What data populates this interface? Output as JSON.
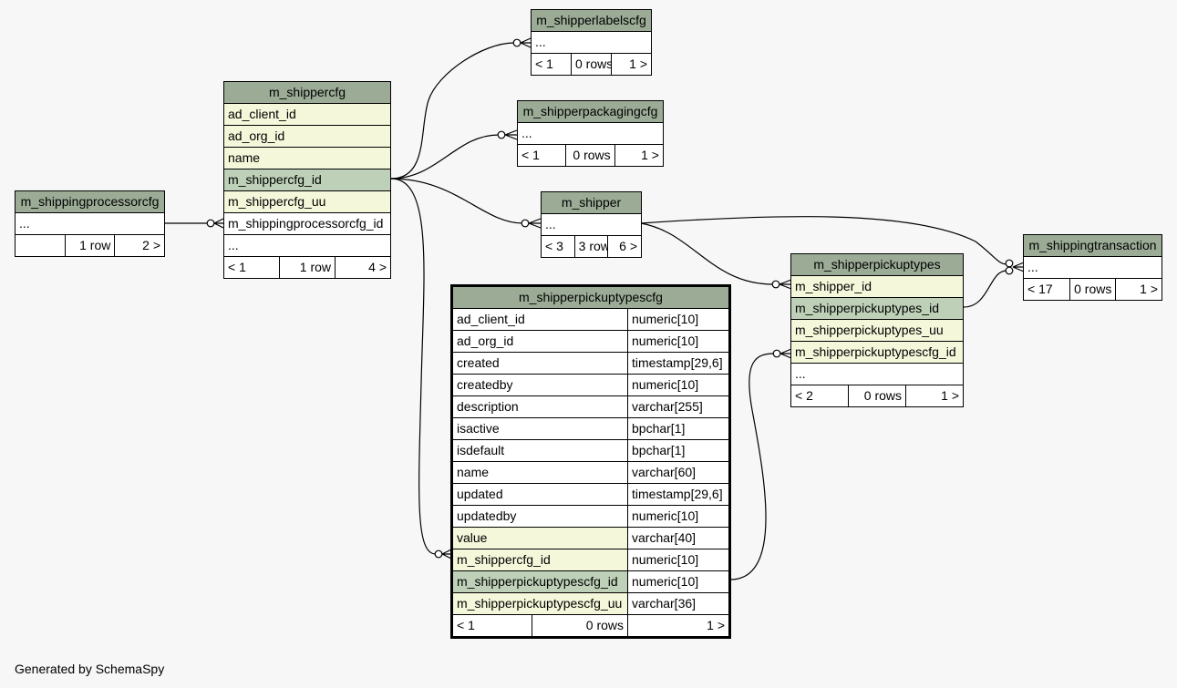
{
  "tables": {
    "m_shippingprocessorcfg": {
      "title": "m_shippingprocessorcfg",
      "columns": [
        "..."
      ],
      "footer": [
        "",
        "1 row",
        "2 >"
      ]
    },
    "m_shippercfg": {
      "title": "m_shippercfg",
      "columns": [
        "ad_client_id",
        "ad_org_id",
        "name",
        "m_shippercfg_id",
        "m_shippercfg_uu",
        "m_shippingprocessorcfg_id",
        "..."
      ],
      "footer": [
        "< 1",
        "1 row",
        "4 >"
      ]
    },
    "m_shipperlabelscfg": {
      "title": "m_shipperlabelscfg",
      "columns": [
        "..."
      ],
      "footer": [
        "< 1",
        "0 rows",
        "1 >"
      ]
    },
    "m_shipperpackagingcfg": {
      "title": "m_shipperpackagingcfg",
      "columns": [
        "..."
      ],
      "footer": [
        "< 1",
        "0 rows",
        "1 >"
      ]
    },
    "m_shipper": {
      "title": "m_shipper",
      "columns": [
        "..."
      ],
      "footer": [
        "< 3",
        "3 rows",
        "6 >"
      ]
    },
    "m_shipperpickuptypescfg": {
      "title": "m_shipperpickuptypescfg",
      "columns": [
        {
          "name": "ad_client_id",
          "type": "numeric[10]"
        },
        {
          "name": "ad_org_id",
          "type": "numeric[10]"
        },
        {
          "name": "created",
          "type": "timestamp[29,6]"
        },
        {
          "name": "createdby",
          "type": "numeric[10]"
        },
        {
          "name": "description",
          "type": "varchar[255]"
        },
        {
          "name": "isactive",
          "type": "bpchar[1]"
        },
        {
          "name": "isdefault",
          "type": "bpchar[1]"
        },
        {
          "name": "name",
          "type": "varchar[60]"
        },
        {
          "name": "updated",
          "type": "timestamp[29,6]"
        },
        {
          "name": "updatedby",
          "type": "numeric[10]"
        },
        {
          "name": "value",
          "type": "varchar[40]"
        },
        {
          "name": "m_shippercfg_id",
          "type": "numeric[10]"
        },
        {
          "name": "m_shipperpickuptypescfg_id",
          "type": "numeric[10]"
        },
        {
          "name": "m_shipperpickuptypescfg_uu",
          "type": "varchar[36]"
        }
      ],
      "footer": [
        "< 1",
        "0 rows",
        "1 >"
      ]
    },
    "m_shipperpickuptypes": {
      "title": "m_shipperpickuptypes",
      "columns": [
        "m_shipper_id",
        "m_shipperpickuptypes_id",
        "m_shipperpickuptypes_uu",
        "m_shipperpickuptypescfg_id",
        "..."
      ],
      "footer": [
        "< 2",
        "0 rows",
        "1 >"
      ]
    },
    "m_shippingtransaction": {
      "title": "m_shippingtransaction",
      "columns": [
        "..."
      ],
      "footer": [
        "< 17",
        "0 rows",
        "1 >"
      ]
    }
  },
  "colors": {
    "header": "#9bab96",
    "column": "#f4f7da",
    "primary_key": "#bed1b8",
    "other": "#ffffff",
    "background": "#f7f7f7"
  },
  "footer_text": "Generated by SchemaSpy"
}
